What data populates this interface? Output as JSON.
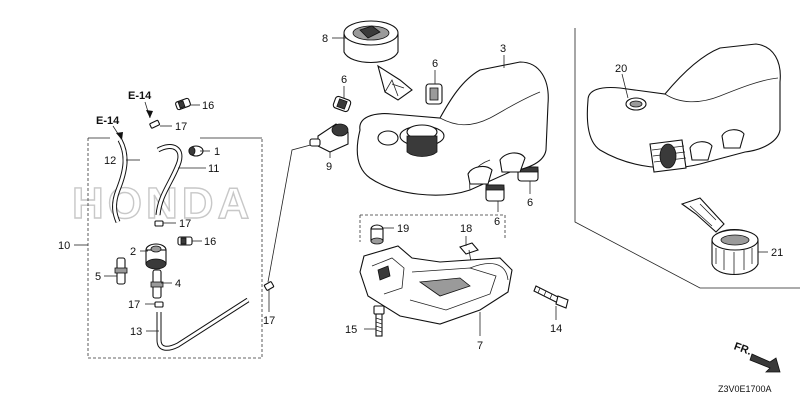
{
  "diagram": {
    "watermark": "HONDA",
    "drawing_code": "Z3V0E1700A",
    "direction_label": "FR.",
    "callouts": {
      "c1": "1",
      "c2": "2",
      "c3": "3",
      "c4": "4",
      "c5": "5",
      "c6a": "6",
      "c6b": "6",
      "c6c": "6",
      "c6d": "6",
      "c7": "7",
      "c8": "8",
      "c9": "9",
      "c10": "10",
      "c11": "11",
      "c12": "12",
      "c13": "13",
      "c14": "14",
      "c15": "15",
      "c16a": "16",
      "c16b": "16",
      "c17a": "17",
      "c17b": "17",
      "c17c": "17",
      "c17d": "17",
      "c18": "18",
      "c19": "19",
      "c20": "20",
      "c21": "21"
    },
    "refs": {
      "e14a": "E-14",
      "e14b": "E-14"
    }
  }
}
